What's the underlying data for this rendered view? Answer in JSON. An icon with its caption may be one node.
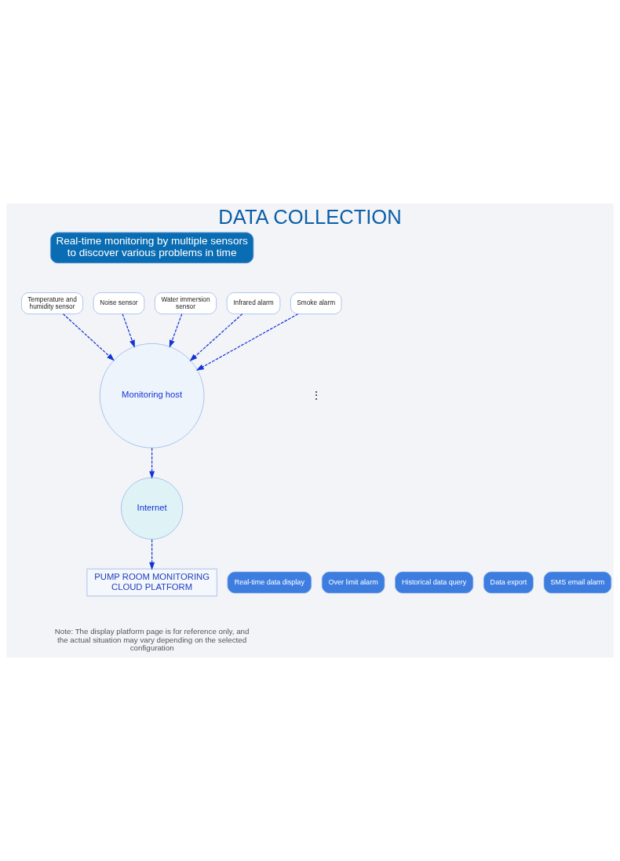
{
  "diagram": {
    "title": "DATA COLLECTION",
    "caption": "Note: The display platform page is for reference only, and the actual situation may vary depending on the selected configuration",
    "nodes": [
      {
        "text": [
          "Real-time monitoring by multiple sensors to discover various problems in time"
        ]
      },
      {
        "text": [
          "Monitoring host"
        ]
      },
      {
        "text": [
          "Temperature and humidity sensor"
        ]
      },
      {
        "text": [
          "Noise sensor"
        ]
      },
      {
        "text": [
          "Water immersion sensor"
        ]
      },
      {
        "text": [
          "Infrared alarm"
        ]
      },
      {
        "text": [
          "Smoke alarm"
        ]
      },
      {
        "text": [
          "Internet"
        ]
      },
      {
        "text": [
          "PUMP ROOM MONITORING CLOUD PLATFORM"
        ]
      },
      {
        "text": [
          "Real-time data display"
        ]
      },
      {
        "text": [
          "Over limit alarm"
        ]
      },
      {
        "text": [
          "Historical data query"
        ]
      },
      {
        "text": [
          "Data export"
        ]
      },
      {
        "text": [
          "SMS email alarm"
        ]
      }
    ],
    "edges": [
      {
        "from": 2,
        "to": 1,
        "arrow": "to",
        "style": "dashed"
      },
      {
        "from": 3,
        "to": 1,
        "arrow": "to",
        "style": "dashed"
      },
      {
        "from": 4,
        "to": 1,
        "arrow": "to",
        "style": "dashed"
      },
      {
        "from": 5,
        "to": 1,
        "arrow": "to",
        "style": "dashed"
      },
      {
        "from": 6,
        "to": 1,
        "arrow": "to",
        "style": "dashed"
      },
      {
        "from": 1,
        "to": 7,
        "arrow": "to",
        "style": "dashed"
      },
      {
        "from": 7,
        "to": 8,
        "arrow": "to",
        "style": "dashed"
      }
    ],
    "labels": [
      "⋮"
    ]
  }
}
